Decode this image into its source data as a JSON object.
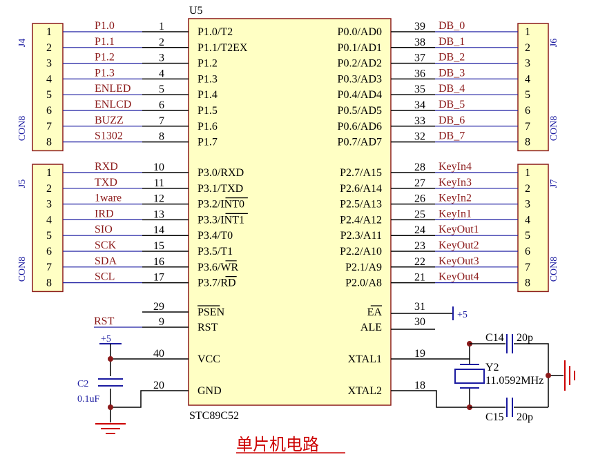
{
  "colors": {
    "component_fill": "#ffffc4",
    "component_border": "#8b1a1a",
    "net_label": "#8b1a1a",
    "designator": "#1a1aa0",
    "title": "#cc0000"
  },
  "title": "单片机电路",
  "chip": {
    "designator": "U5",
    "part": "STC89C52",
    "left_pins": [
      {
        "num": "1",
        "name": "P1.0/T2",
        "net": "P1.0"
      },
      {
        "num": "2",
        "name": "P1.1/T2EX",
        "net": "P1.1"
      },
      {
        "num": "3",
        "name": "P1.2",
        "net": "P1.2"
      },
      {
        "num": "4",
        "name": "P1.3",
        "net": "P1.3"
      },
      {
        "num": "5",
        "name": "P1.4",
        "net": "ENLED"
      },
      {
        "num": "6",
        "name": "P1.5",
        "net": "ENLCD"
      },
      {
        "num": "7",
        "name": "P1.6",
        "net": "BUZZ"
      },
      {
        "num": "8",
        "name": "P1.7",
        "net": "S1302"
      },
      {
        "num": "10",
        "name": "P3.0/RXD",
        "net": "RXD"
      },
      {
        "num": "11",
        "name": "P3.1/TXD",
        "net": "TXD"
      },
      {
        "num": "12",
        "name": "P3.2/INT0",
        "net": "1ware"
      },
      {
        "num": "13",
        "name": "P3.3/INT1",
        "net": "IRD"
      },
      {
        "num": "14",
        "name": "P3.4/T0",
        "net": "SIO"
      },
      {
        "num": "15",
        "name": "P3.5/T1",
        "net": "SCK"
      },
      {
        "num": "16",
        "name": "P3.6/WR",
        "net": "SDA"
      },
      {
        "num": "17",
        "name": "P3.7/RD",
        "net": "SCL"
      },
      {
        "num": "29",
        "name": "PSEN",
        "net": ""
      },
      {
        "num": "9",
        "name": "RST",
        "net": "RST"
      },
      {
        "num": "40",
        "name": "VCC",
        "net": ""
      },
      {
        "num": "20",
        "name": "GND",
        "net": ""
      }
    ],
    "right_pins": [
      {
        "num": "39",
        "name": "P0.0/AD0",
        "net": "DB_0"
      },
      {
        "num": "38",
        "name": "P0.1/AD1",
        "net": "DB_1"
      },
      {
        "num": "37",
        "name": "P0.2/AD2",
        "net": "DB_2"
      },
      {
        "num": "36",
        "name": "P0.3/AD3",
        "net": "DB_3"
      },
      {
        "num": "35",
        "name": "P0.4/AD4",
        "net": "DB_4"
      },
      {
        "num": "34",
        "name": "P0.5/AD5",
        "net": "DB_5"
      },
      {
        "num": "33",
        "name": "P0.6/AD6",
        "net": "DB_6"
      },
      {
        "num": "32",
        "name": "P0.7/AD7",
        "net": "DB_7"
      },
      {
        "num": "28",
        "name": "P2.7/A15",
        "net": "KeyIn4"
      },
      {
        "num": "27",
        "name": "P2.6/A14",
        "net": "KeyIn3"
      },
      {
        "num": "26",
        "name": "P2.5/A13",
        "net": "KeyIn2"
      },
      {
        "num": "25",
        "name": "P2.4/A12",
        "net": "KeyIn1"
      },
      {
        "num": "24",
        "name": "P2.3/A11",
        "net": "KeyOut1"
      },
      {
        "num": "23",
        "name": "P2.2/A10",
        "net": "KeyOut2"
      },
      {
        "num": "22",
        "name": "P2.1/A9",
        "net": "KeyOut3"
      },
      {
        "num": "21",
        "name": "P2.0/A8",
        "net": "KeyOut4"
      },
      {
        "num": "31",
        "name": "EA",
        "net": ""
      },
      {
        "num": "30",
        "name": "ALE",
        "net": ""
      },
      {
        "num": "19",
        "name": "XTAL1",
        "net": ""
      },
      {
        "num": "18",
        "name": "XTAL2",
        "net": ""
      }
    ]
  },
  "connectors": {
    "J4": {
      "designator": "J4",
      "type": "CON8",
      "pins": [
        "1",
        "2",
        "3",
        "4",
        "5",
        "6",
        "7",
        "8"
      ]
    },
    "J5": {
      "designator": "J5",
      "type": "CON8",
      "pins": [
        "1",
        "2",
        "3",
        "4",
        "5",
        "6",
        "7",
        "8"
      ]
    },
    "J6": {
      "designator": "J6",
      "type": "CON8",
      "pins": [
        "1",
        "2",
        "3",
        "4",
        "5",
        "6",
        "7",
        "8"
      ]
    },
    "J7": {
      "designator": "J7",
      "type": "CON8",
      "pins": [
        "1",
        "2",
        "3",
        "4",
        "5",
        "6",
        "7",
        "8"
      ]
    }
  },
  "power": {
    "ea_supply": "+5",
    "vcc_supply": "+5"
  },
  "reset": {
    "net": "RST"
  },
  "capacitor_c2": {
    "designator": "C2",
    "value": "0.1uF"
  },
  "crystal": {
    "designator": "Y2",
    "value": "11.0592MHz"
  },
  "capacitor_c14": {
    "designator": "C14",
    "value": "20p"
  },
  "capacitor_c15": {
    "designator": "C15",
    "value": "20p"
  }
}
